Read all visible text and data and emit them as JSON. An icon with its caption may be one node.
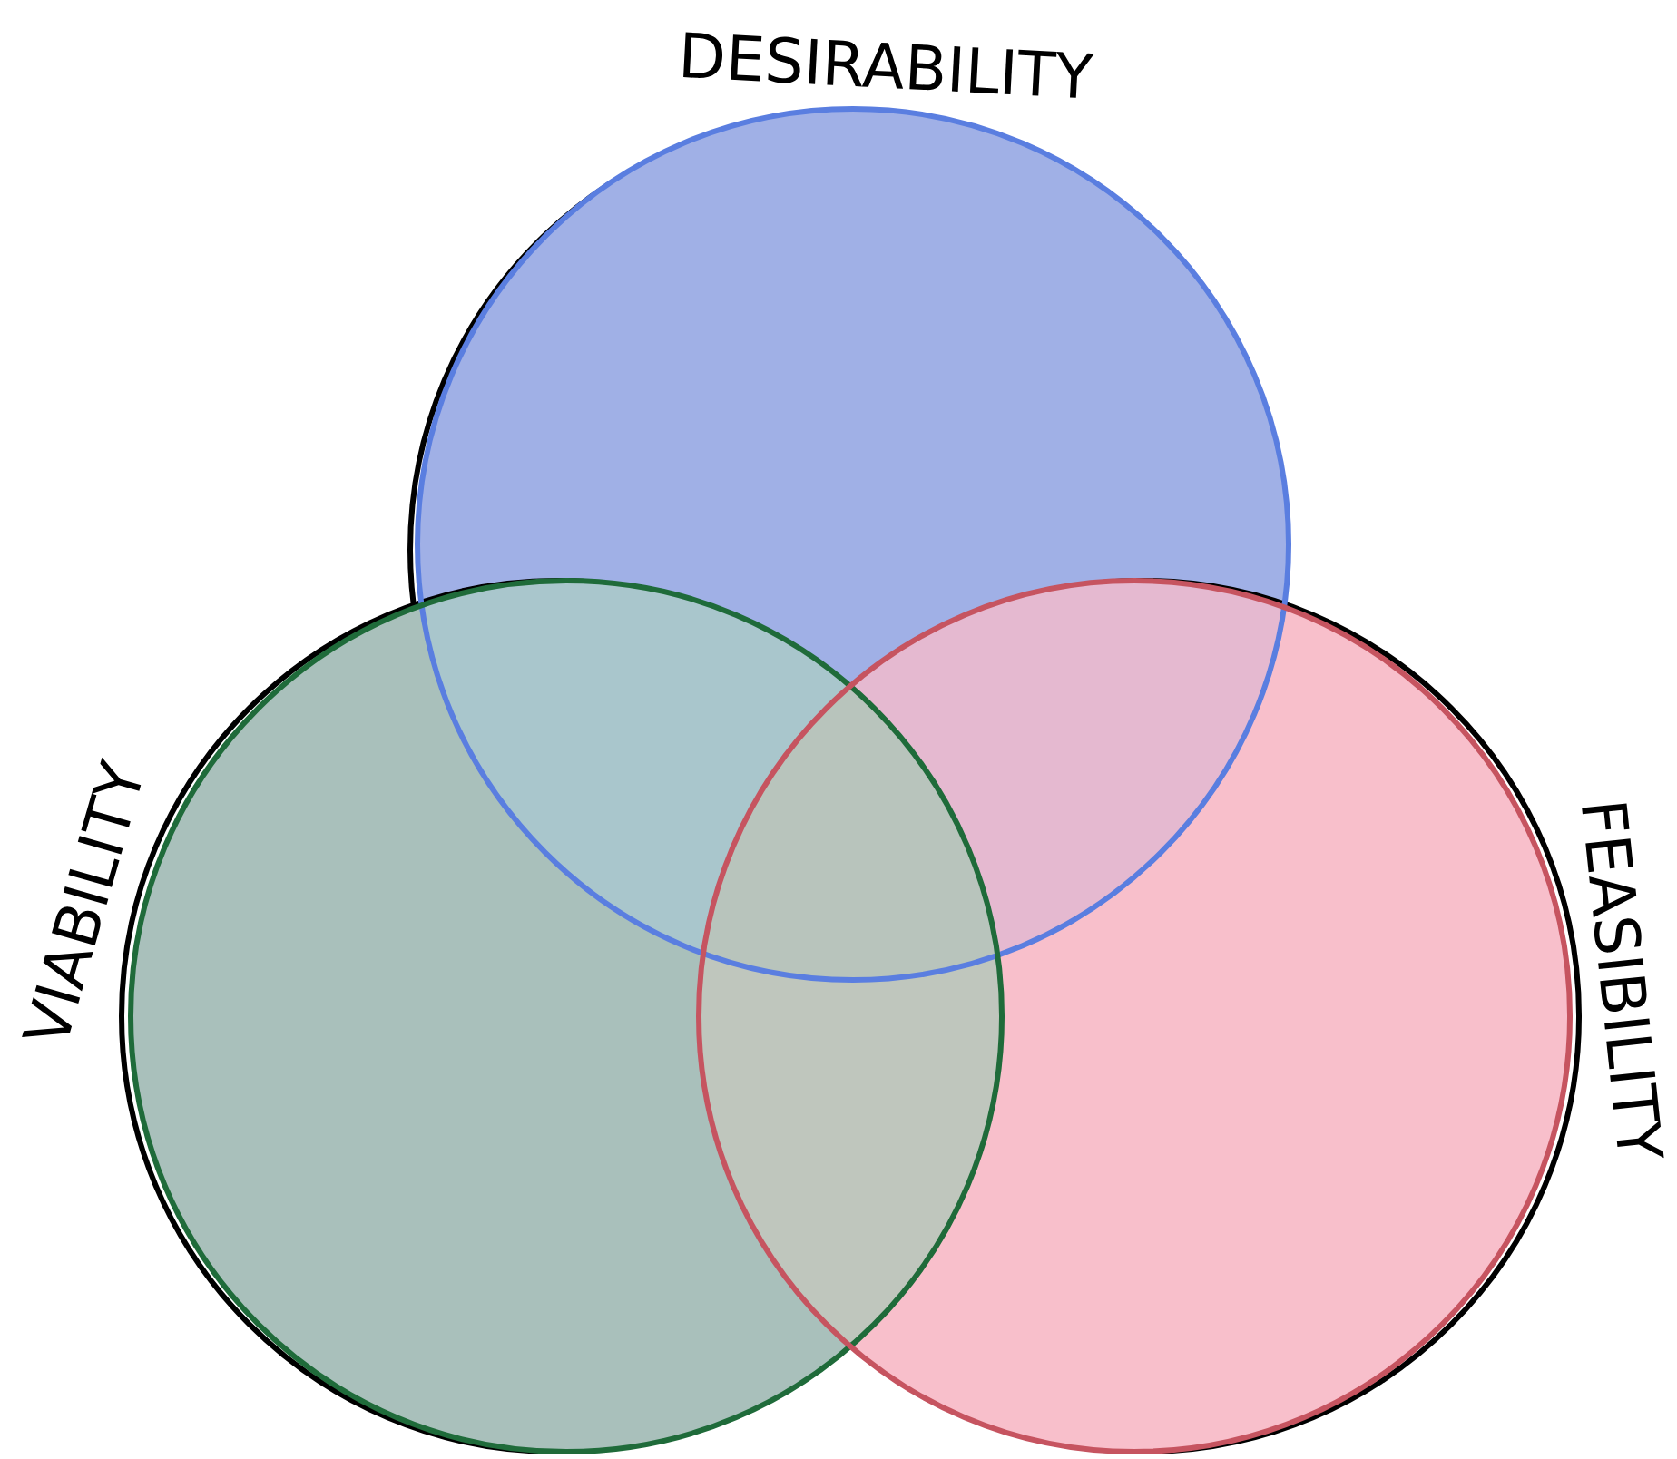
{
  "diagram": {
    "nodes": [
      {
        "text": [
          "DESIRABILITY"
        ]
      },
      {
        "text": [
          "VIABILITY"
        ]
      },
      {
        "text": [
          "FEASIBILITY"
        ]
      }
    ]
  }
}
